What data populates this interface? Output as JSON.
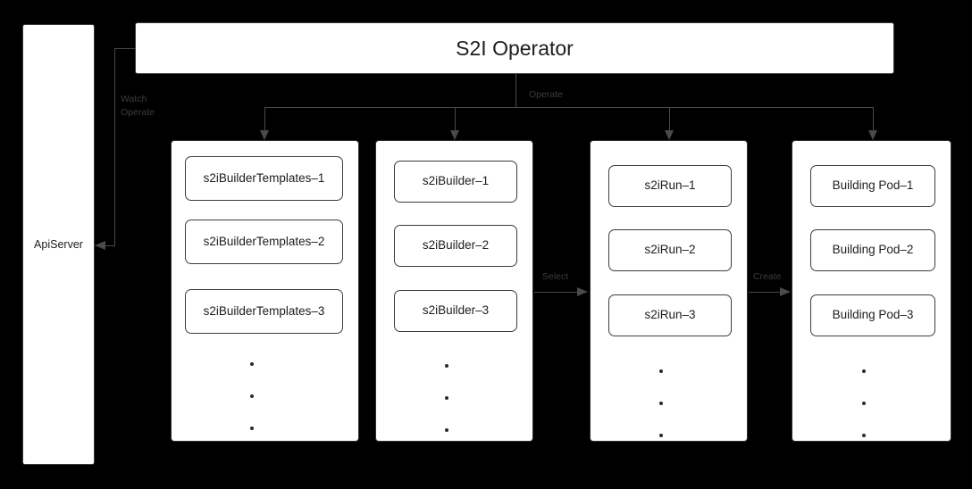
{
  "diagram": {
    "title": "S2I Operator",
    "background_color": "#000000",
    "box_fill": "#ffffff",
    "line_color": "#4a4a4a",
    "label_color": "#3c3c3c"
  },
  "apiserver": {
    "label": "ApiServer"
  },
  "operator": {
    "label": "S2I Operator"
  },
  "edges": {
    "watch_operate": "Watch\nOperate",
    "operate": "Operate",
    "select": "Select",
    "create": "Create"
  },
  "columns": [
    {
      "name": "s2iBuilderTemplates",
      "items": [
        "s2iBuilderTemplates–1",
        "s2iBuilderTemplates–2",
        "s2iBuilderTemplates–3"
      ],
      "ellipsis": "•••"
    },
    {
      "name": "s2iBuilder",
      "items": [
        "s2iBuilder–1",
        "s2iBuilder–2",
        "s2iBuilder–3"
      ],
      "ellipsis": "•••"
    },
    {
      "name": "s2iRun",
      "items": [
        "s2iRun–1",
        "s2iRun–2",
        "s2iRun–3"
      ],
      "ellipsis": "•••"
    },
    {
      "name": "BuildingPod",
      "items": [
        "Building Pod–1",
        "Building Pod–2",
        "Building Pod–3"
      ],
      "ellipsis": "•••"
    }
  ]
}
